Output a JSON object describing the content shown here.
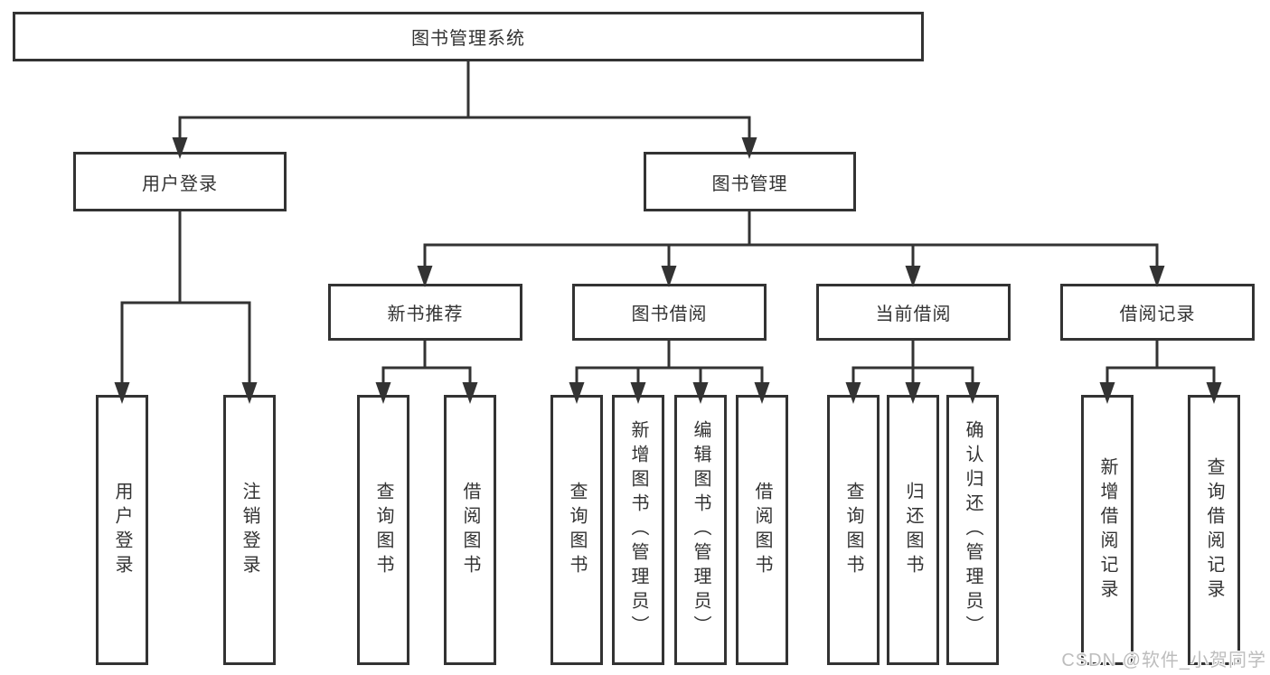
{
  "diagram": {
    "root": {
      "label": "图书管理系统"
    },
    "user_login": {
      "label": "用户登录",
      "children": [
        {
          "label": "用户登录"
        },
        {
          "label": "注销登录"
        }
      ]
    },
    "book_mgmt": {
      "label": "图书管理",
      "groups": [
        {
          "label": "新书推荐",
          "children": [
            {
              "label": "查询图书"
            },
            {
              "label": "借阅图书"
            }
          ]
        },
        {
          "label": "图书借阅",
          "children": [
            {
              "label": "查询图书"
            },
            {
              "label": "新增图书（管理员）"
            },
            {
              "label": "编辑图书（管理员）"
            },
            {
              "label": "借阅图书"
            }
          ]
        },
        {
          "label": "当前借阅",
          "children": [
            {
              "label": "查询图书"
            },
            {
              "label": "归还图书"
            },
            {
              "label": "确认归还（管理员）"
            }
          ]
        },
        {
          "label": "借阅记录",
          "children": [
            {
              "label": "新增借阅记录"
            },
            {
              "label": "查询借阅记录"
            }
          ]
        }
      ]
    }
  },
  "watermark": {
    "text": "CSDN @软件_小贺同学"
  },
  "colors": {
    "line": "#333333",
    "text": "#333333",
    "watermark": "#bdbdbd",
    "background": "#ffffff"
  }
}
